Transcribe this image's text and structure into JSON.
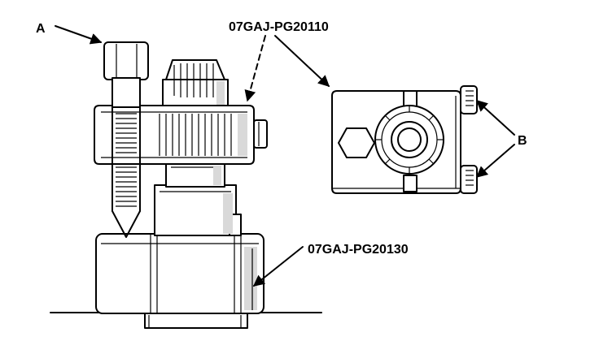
{
  "callouts": {
    "a": "A",
    "b": "B",
    "tool_upper": "07GAJ-PG20110",
    "tool_lower": "07GAJ-PG20130"
  }
}
